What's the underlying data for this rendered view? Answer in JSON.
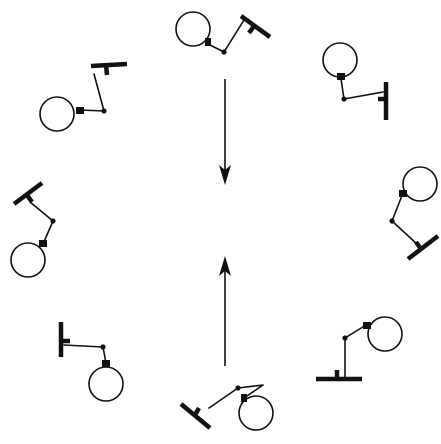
{
  "figure": {
    "units": [
      {
        "name": "top"
      },
      {
        "name": "upper-right"
      },
      {
        "name": "right"
      },
      {
        "name": "lower-right"
      },
      {
        "name": "bottom"
      },
      {
        "name": "lower-left"
      },
      {
        "name": "left"
      },
      {
        "name": "upper-left"
      }
    ],
    "arrows": [
      {
        "name": "arrow-down"
      },
      {
        "name": "arrow-up"
      }
    ],
    "colors": {
      "ink": "#111111",
      "background": "#ffffff"
    }
  }
}
